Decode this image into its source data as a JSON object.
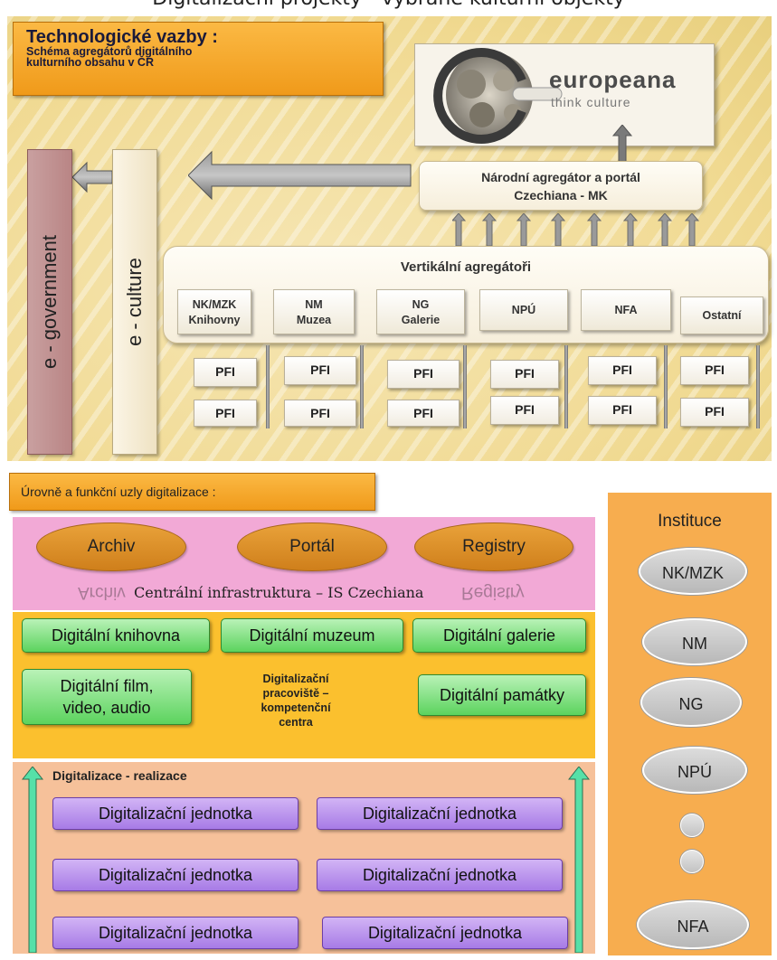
{
  "page_title": "Digitalizační projekty - vybrané kulturní objekty",
  "upper": {
    "title": "Technologické vazby :",
    "subtitle_line1": "Schéma agregátorů digitálního",
    "subtitle_line2": "kulturního obsahu v ČR",
    "europeana_word": "europeana",
    "europeana_tagline": "think culture",
    "national_line1": "Národní agregátor a portál",
    "national_line2": "Czechiana - MK",
    "vertical_title": "Vertikální agregátoři",
    "vertical_items": [
      {
        "line1": "NK/MZK",
        "line2": "Knihovny"
      },
      {
        "line1": "NM",
        "line2": "Muzea"
      },
      {
        "line1": "NG",
        "line2": "Galerie"
      },
      {
        "line1": "NPÚ",
        "line2": ""
      },
      {
        "line1": "NFA",
        "line2": ""
      },
      {
        "line1": "Ostatní",
        "line2": ""
      }
    ],
    "pfi_label": "PFI",
    "e_government": "e - government",
    "e_culture": "e - culture"
  },
  "lower": {
    "section_label": "Úrovně a funkční uzly digitalizace :",
    "ovals": [
      "Archiv",
      "Portál",
      "Registry"
    ],
    "central": "Centrální infrastruktura – IS Czechiana",
    "digital": {
      "knihovna": "Digitální knihovna",
      "muzeum": "Digitální muzeum",
      "galerie": "Digitální galerie",
      "film_line1": "Digitální film,",
      "film_line2": "video, audio",
      "pamatky": "Digitální památky"
    },
    "kompetencni": {
      "line1": "Digitalizační",
      "line2": "pracoviště –",
      "line3": "kompetenční",
      "line4": "centra"
    },
    "realizace_label": "Digitalizace - realizace",
    "jednotka": "Digitalizační jednotka"
  },
  "instituce": {
    "title": "Instituce",
    "items": [
      "NK/MZK",
      "NM",
      "NG",
      "NPÚ",
      "NFA"
    ]
  },
  "colors": {
    "orange": "#f09a1a",
    "pink": "#f2a9d6",
    "gold": "#fbc02e",
    "peach": "#f6c19a",
    "green": "#5cd35e",
    "purple": "#a77be6",
    "grey": "#b8b8b8"
  }
}
